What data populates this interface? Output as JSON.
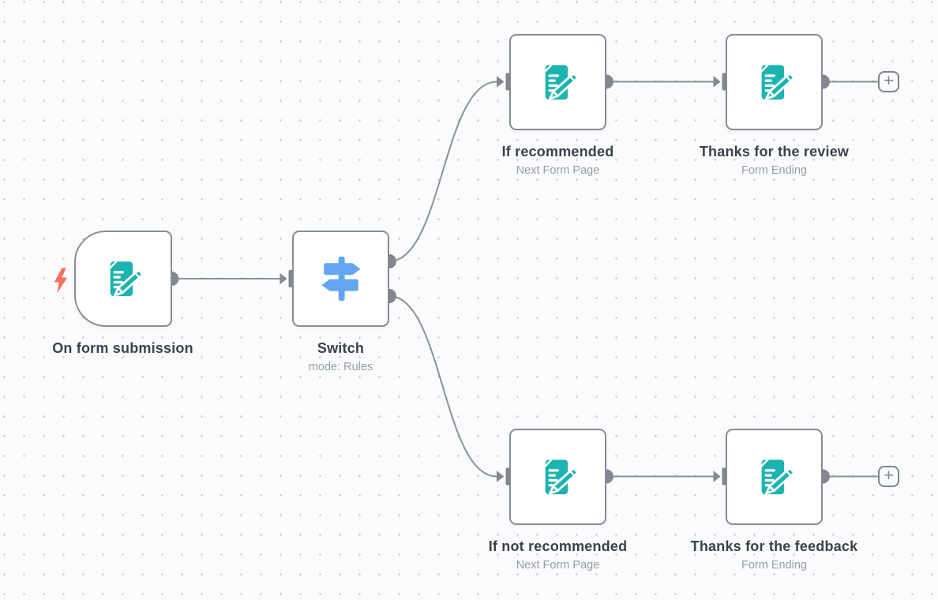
{
  "app": {
    "view": "workflow-canvas"
  },
  "colors": {
    "background": "#fafbfd",
    "grid_dot": "#c9ccd5",
    "node_border": "#878b94",
    "wire": "#8c909a",
    "endpoint": "#83878f",
    "form_icon_teal": "#1cb3b0",
    "switch_icon_blue": "#64a5f1",
    "trigger_bolt_coral": "#ff6d5b",
    "title_text": "#3c414c",
    "subtitle_text": "#979ca6"
  },
  "nodes": [
    {
      "id": "on-form-submission",
      "label": "On form submission",
      "subtitle": "",
      "icon": "form-icon",
      "kind": "trigger"
    },
    {
      "id": "switch",
      "label": "Switch",
      "subtitle": "mode: Rules",
      "icon": "switch-icon",
      "kind": "regular"
    },
    {
      "id": "if-recommended",
      "label": "If recommended",
      "subtitle": "Next Form Page",
      "icon": "form-icon",
      "kind": "regular"
    },
    {
      "id": "thanks-for-the-review",
      "label": "Thanks for the review",
      "subtitle": "Form Ending",
      "icon": "form-icon",
      "kind": "regular"
    },
    {
      "id": "if-not-recommended",
      "label": "If not recommended",
      "subtitle": "Next Form Page",
      "icon": "form-icon",
      "kind": "regular"
    },
    {
      "id": "thanks-for-the-feedback",
      "label": "Thanks for the feedback",
      "subtitle": "Form Ending",
      "icon": "form-icon",
      "kind": "regular"
    }
  ],
  "connections": [
    {
      "from": "on-form-submission",
      "to": "switch"
    },
    {
      "from": "switch",
      "output": 0,
      "to": "if-recommended"
    },
    {
      "from": "switch",
      "output": 1,
      "to": "if-not-recommended"
    },
    {
      "from": "if-recommended",
      "to": "thanks-for-the-review"
    },
    {
      "from": "if-not-recommended",
      "to": "thanks-for-the-feedback"
    },
    {
      "from": "thanks-for-the-review",
      "to": "add-node-button-top"
    },
    {
      "from": "thanks-for-the-feedback",
      "to": "add-node-button-bottom"
    }
  ],
  "add_buttons": [
    {
      "label": "+"
    },
    {
      "label": "+"
    }
  ]
}
